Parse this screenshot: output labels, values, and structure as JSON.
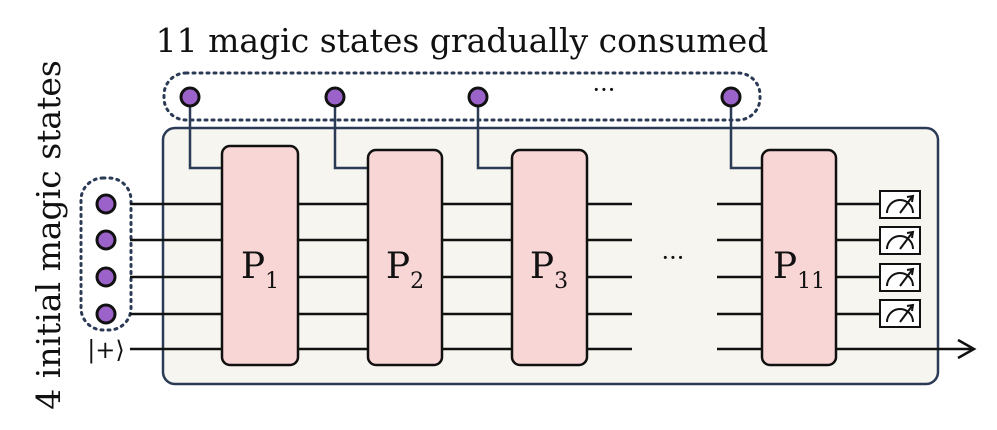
{
  "title": "11 magic states gradually consumed",
  "side_label": "4 initial magic states",
  "plus_state_label": "|+⟩",
  "ellipsis": "···",
  "gates": [
    {
      "letter": "P",
      "sub": "1"
    },
    {
      "letter": "P",
      "sub": "2"
    },
    {
      "letter": "P",
      "sub": "3"
    },
    {
      "letter": "P",
      "sub": "11"
    }
  ],
  "colors": {
    "magic_state_fill": "#9b63c9",
    "gate_fill": "#f9d6d6",
    "panel_fill": "#f6f5ef",
    "panel_stroke": "#2b3a55",
    "dotted_stroke": "#2b3a55",
    "wire": "#111111",
    "connector": "#2b3a55"
  },
  "measurement_icon": "meter-icon"
}
